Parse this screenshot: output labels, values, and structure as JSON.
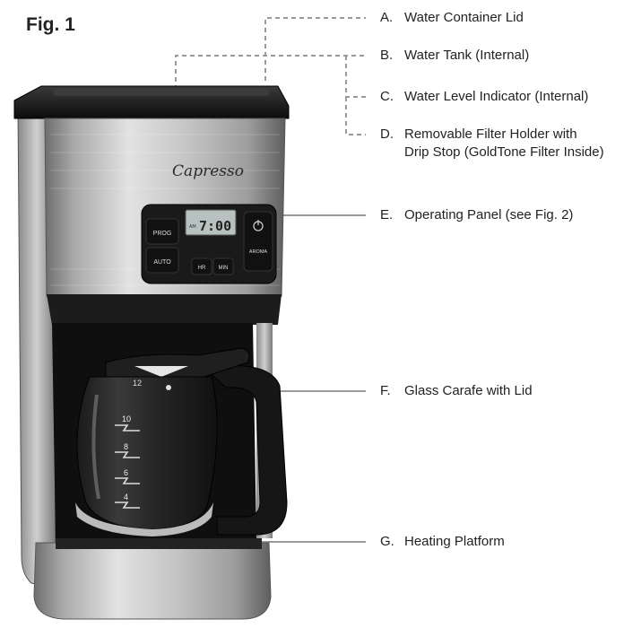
{
  "figure": {
    "title": "Fig. 1",
    "brand": "Capresso",
    "display_time": "7:00",
    "display_ampm": "AM",
    "buttons": {
      "prog": "PROG",
      "auto": "AUTO",
      "hr": "HR",
      "min": "MIN",
      "aroma": "AROMA"
    },
    "carafe_marks": [
      "12",
      "10",
      "8",
      "6",
      "4"
    ]
  },
  "callouts": [
    {
      "letter": "A.",
      "text": "Water Container Lid"
    },
    {
      "letter": "B.",
      "text": "Water Tank (Internal)"
    },
    {
      "letter": "C.",
      "text": "Water Level Indicator (Internal)"
    },
    {
      "letter": "D.",
      "text": "Removable Filter Holder with",
      "text2": "Drip Stop (GoldTone Filter Inside)"
    },
    {
      "letter": "E.",
      "text": "Operating Panel (see Fig. 2)"
    },
    {
      "letter": "F.",
      "text": "Glass Carafe with Lid"
    },
    {
      "letter": "G.",
      "text": "Heating Platform"
    }
  ],
  "colors": {
    "steel_light": "#cfcfcf",
    "steel_dark": "#7a7a7a",
    "plastic_black": "#161616",
    "leader_line": "#9a9a9a",
    "lcd": "#b7c2c0"
  }
}
